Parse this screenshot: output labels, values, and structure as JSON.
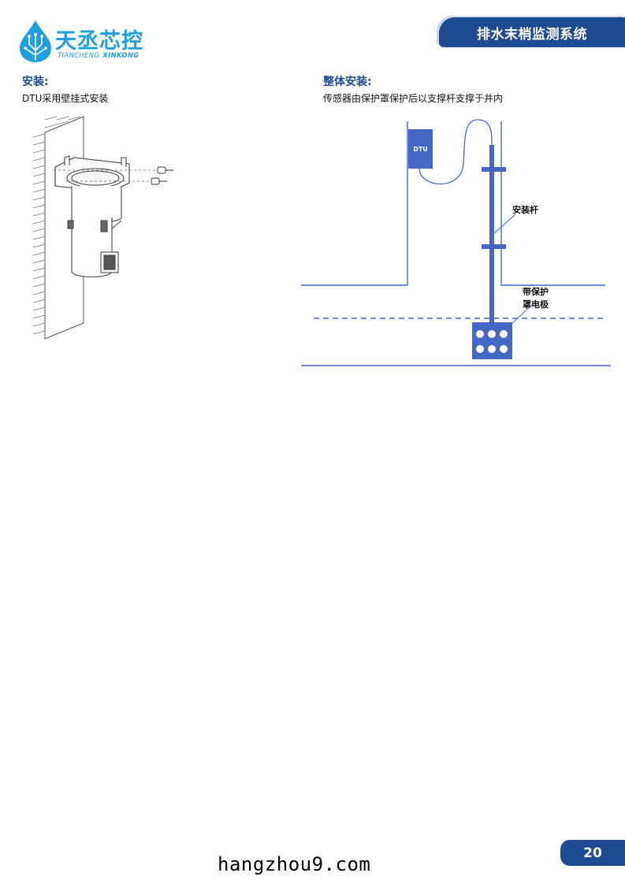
{
  "header": {
    "logo_cn": "天丞芯控",
    "logo_en_1": "TIANCHENG",
    "logo_en_2": "XINKONG",
    "doc_title": "排水末梢监测系统"
  },
  "left_section": {
    "heading": "安装:",
    "text": "DTU采用壁挂式安装"
  },
  "right_section": {
    "heading": "整体安装:",
    "text": "传感器由保护罩保护后以支撑杆支撑于井内",
    "diagram": {
      "dtu_label": "DTU",
      "pole_label": "安装杆",
      "electrode_label_1": "带保护",
      "electrode_label_2": "罩电极"
    }
  },
  "footer": {
    "page_number": "20",
    "watermark": "hangzhou9.com"
  },
  "colors": {
    "brand_blue": "#1e4a91",
    "logo_blue": "#1f9ee0",
    "diagram_blue": "#4468c4"
  },
  "icons": {
    "logo": "water-drop-circuit-icon"
  }
}
